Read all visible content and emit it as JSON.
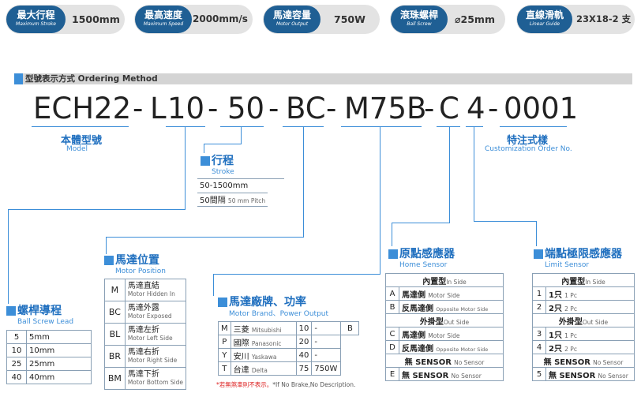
{
  "specs": [
    {
      "zh": "最大行程",
      "en": "Maximum Stroke",
      "value": "1500mm"
    },
    {
      "zh": "最高速度",
      "en": "Maximum Speed",
      "value": "2000mm/s"
    },
    {
      "zh": "馬達容量",
      "en": "Motor Output",
      "value": "750W"
    },
    {
      "zh": "滾珠螺桿",
      "en": "Ball Screw",
      "value": "⌀25mm"
    },
    {
      "zh": "直線滑軌",
      "en": "Linear Guide",
      "value": "23X18-2 支"
    }
  ],
  "ordering": {
    "zh": "型號表示方式",
    "en": "Ordering Method"
  },
  "code": [
    "ECH22",
    "-",
    "L",
    "10",
    "-",
    "50",
    "-",
    "BC",
    "-",
    "M75B",
    "-",
    "C",
    "4",
    "-",
    "0001"
  ],
  "model": {
    "zh": "本體型號",
    "en": "Model"
  },
  "custom": {
    "zh": "特注式樣",
    "en": "Customization Order No."
  },
  "stroke": {
    "zh": "行程",
    "en": "Stroke",
    "rows": [
      {
        "a": "50-1500mm",
        "b": ""
      },
      {
        "a": "50間隔",
        "b": "50 mm Pitch"
      }
    ]
  },
  "lead": {
    "zh": "螺桿導程",
    "en": "Ball Screw Lead",
    "rows": [
      {
        "code": "5",
        "val": "5mm"
      },
      {
        "code": "10",
        "val": "10mm"
      },
      {
        "code": "25",
        "val": "25mm"
      },
      {
        "code": "40",
        "val": "40mm"
      }
    ]
  },
  "motorpos": {
    "zh": "馬達位置",
    "en": "Motor Position",
    "rows": [
      {
        "code": "M",
        "zh": "馬達直結",
        "en": "Motor Hidden In"
      },
      {
        "code": "BC",
        "zh": "馬達外露",
        "en": "Motor Exposed"
      },
      {
        "code": "BL",
        "zh": "馬達左折",
        "en": "Motor Left Side"
      },
      {
        "code": "BR",
        "zh": "馬達右折",
        "en": "Motor Right Side"
      },
      {
        "code": "BM",
        "zh": "馬達下折",
        "en": "Motor Bottom Side"
      }
    ]
  },
  "brand": {
    "zh": "馬達廠牌、功率",
    "en": "Motor Brand、Power Output",
    "rows": [
      {
        "code": "M",
        "zh": "三菱",
        "en": "Mitsubishi",
        "c1": "10",
        "c2": "-",
        "c3": "B"
      },
      {
        "code": "P",
        "zh": "國際",
        "en": "Panasonic",
        "c1": "20",
        "c2": "-",
        "c3": ""
      },
      {
        "code": "Y",
        "zh": "安川",
        "en": "Yaskawa",
        "c1": "40",
        "c2": "-",
        "c3": ""
      },
      {
        "code": "T",
        "zh": "台達",
        "en": "Delta",
        "c1": "75",
        "c2": "750W",
        "c3": ""
      }
    ],
    "note": "*若無煞車則不表示。",
    "note_en": "*If No Brake,No Description."
  },
  "home": {
    "zh": "原點感應器",
    "en": "Home Sensor",
    "h1": "內置型",
    "h1e": "In Side",
    "h2": "外掛型",
    "h2e": "Out Side",
    "rows": [
      {
        "code": "A",
        "zh": "馬達側",
        "en": "Motor Side"
      },
      {
        "code": "B",
        "zh": "反馬達側",
        "en": "Opposite Motor Side"
      },
      {
        "code": "C",
        "zh": "馬達側",
        "en": "Motor Side"
      },
      {
        "code": "D",
        "zh": "反馬達側",
        "en": "Opposite Motor Side"
      }
    ],
    "nos": "無 SENSOR",
    "nose": "No Sensor",
    "e": {
      "code": "E",
      "zh": "無 SENSOR",
      "en": "No Sensor"
    }
  },
  "limit": {
    "zh": "端點極限感應器",
    "en": "Limit Sensor",
    "h1": "內置型",
    "h1e": "In Side",
    "h2": "外掛型",
    "h2e": "Out Side",
    "rows": [
      {
        "code": "1",
        "zh": "1只",
        "en": "1 Pc"
      },
      {
        "code": "2",
        "zh": "2只",
        "en": "2 Pc"
      },
      {
        "code": "3",
        "zh": "1只",
        "en": "1 Pc"
      },
      {
        "code": "4",
        "zh": "2只",
        "en": "2 Pc"
      }
    ],
    "nos": "無 SENSOR",
    "nose": "No Sensor",
    "e": {
      "code": "5",
      "zh": "無 SENSOR",
      "en": "No Sensor"
    }
  }
}
